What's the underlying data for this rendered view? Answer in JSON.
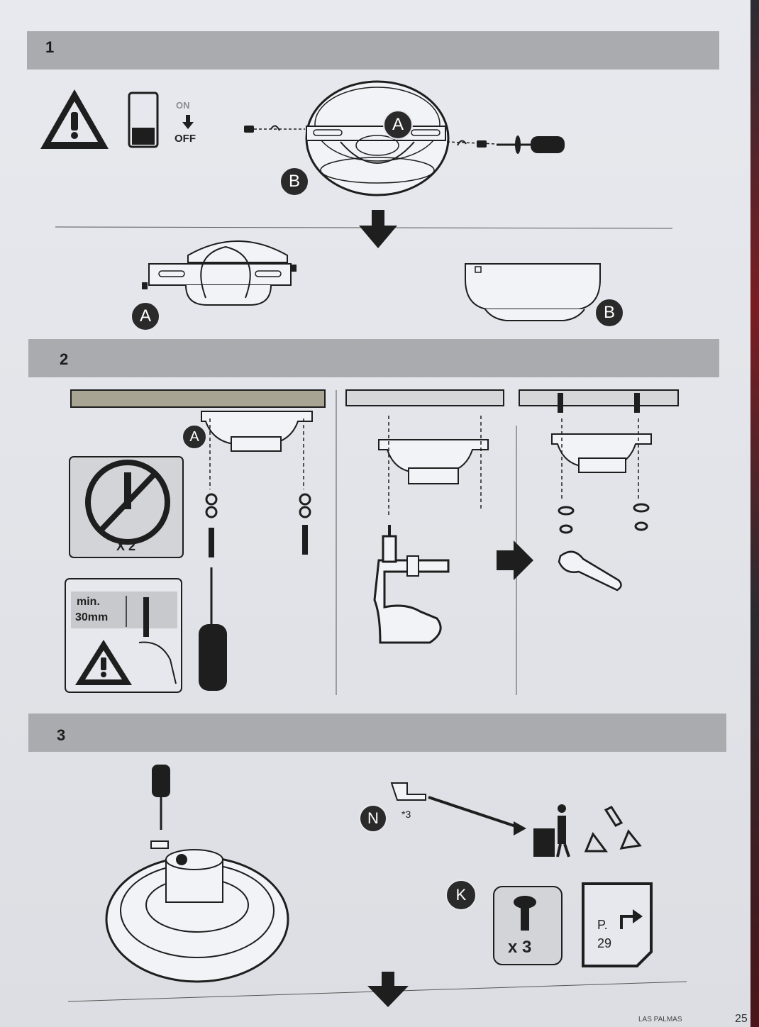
{
  "steps": {
    "one": "1",
    "two": "2",
    "three": "3"
  },
  "switch": {
    "on": "ON",
    "off": "OFF"
  },
  "parts": {
    "a": "A",
    "b": "B",
    "n": "N",
    "k": "K"
  },
  "counts": {
    "x2": "X 2",
    "n_qty": "*3",
    "k_qty": "x 3"
  },
  "min_depth": {
    "line1": "min.",
    "line2": "30mm"
  },
  "page_ref": {
    "prefix": "P.",
    "number": "29"
  },
  "footer": {
    "brand": "LAS PALMAS",
    "page_number": "25"
  },
  "colors": {
    "band": "#a9abae",
    "badge": "#2a2a2a",
    "ink": "#1e1e1e"
  }
}
